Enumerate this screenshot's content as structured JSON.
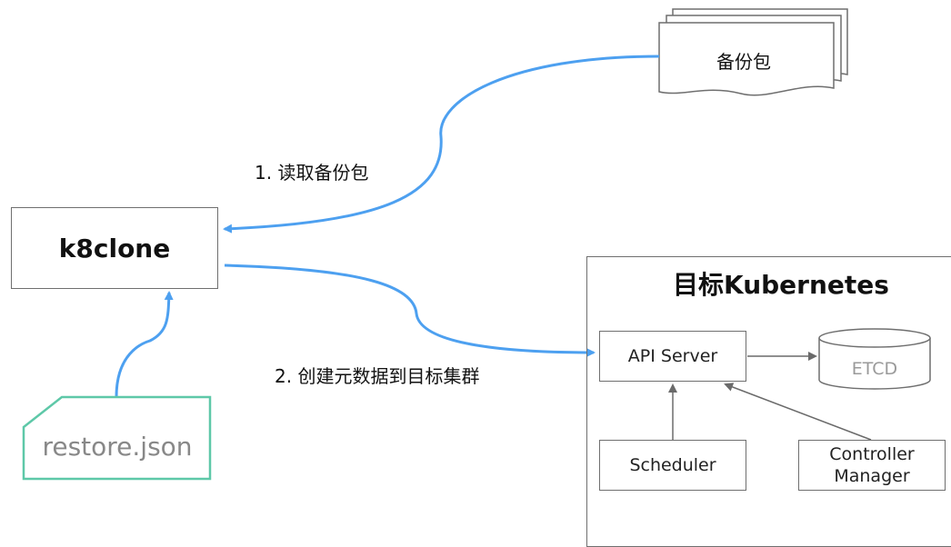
{
  "nodes": {
    "k8clone": "k8clone",
    "backup_package": "备份包",
    "restore_json": "restore.json",
    "target_cluster_title": "目标Kubernetes",
    "api_server": "API Server",
    "etcd": "ETCD",
    "scheduler": "Scheduler",
    "controller_manager": "Controller Manager"
  },
  "edges": {
    "step1": "1. 读取备份包",
    "step2": "2. 创建元数据到目标集群"
  },
  "colors": {
    "flow_arrow": "#4da0f0",
    "box_border": "#6f6f6f",
    "json_border": "#5ec8a8",
    "internal_arrow": "#6a6a6a"
  },
  "icons": {
    "backup_package": "stacked-documents-icon",
    "restore_json": "document-icon",
    "etcd": "database-cylinder-icon"
  }
}
